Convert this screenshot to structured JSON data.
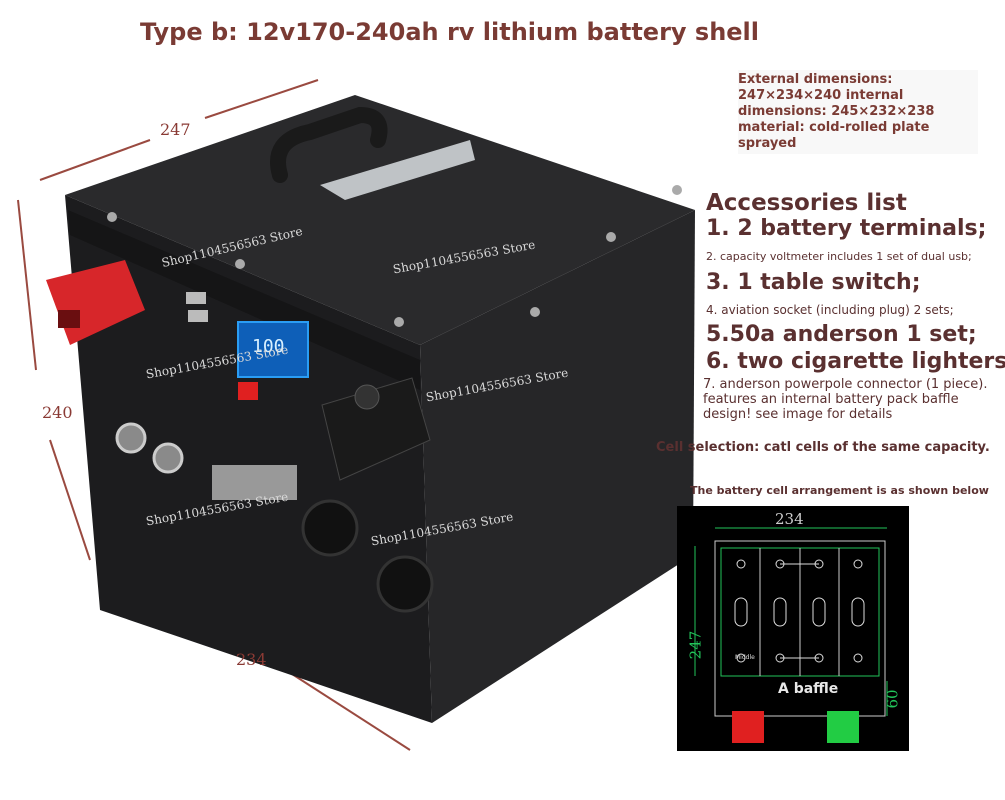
{
  "title": "Type b: 12v170-240ah rv lithium battery shell",
  "dimensions_note": [
    "External dimensions:",
    "247×234×240 internal",
    "dimensions: 245×232×238",
    "material: cold-rolled plate",
    "sprayed"
  ],
  "accessories": {
    "heading": "Accessories list",
    "item1": "1. 2 battery terminals;",
    "item2": "2. capacity voltmeter includes 1 set of dual usb;",
    "item3": "3. 1 table switch;",
    "item4": "4. aviation socket (including plug) 2 sets;",
    "item5": "5.50a anderson 1 set;",
    "item6": "6. two cigarette lighters.",
    "item7": "7. anderson powerpole connector (1 piece). features an internal battery pack baffle design! see image for details"
  },
  "cell_selection": "Cell selection: catl cells of the same capacity.",
  "arrangement_caption": "The battery cell arrangement is as shown below",
  "box_dims": {
    "width_label": "247",
    "height_label": "240",
    "depth_label": "234"
  },
  "display_reading": "100",
  "watermark": "Shop1104556563 Store",
  "diagram": {
    "top_dim": "234",
    "side_dim": "247",
    "baffle_dim": "60",
    "baffle_label": "A baffle",
    "middle_label": "Middle"
  },
  "colors": {
    "accent": "#7a3b34",
    "terminal_red": "#e02020",
    "terminal_green": "#22cc44"
  }
}
